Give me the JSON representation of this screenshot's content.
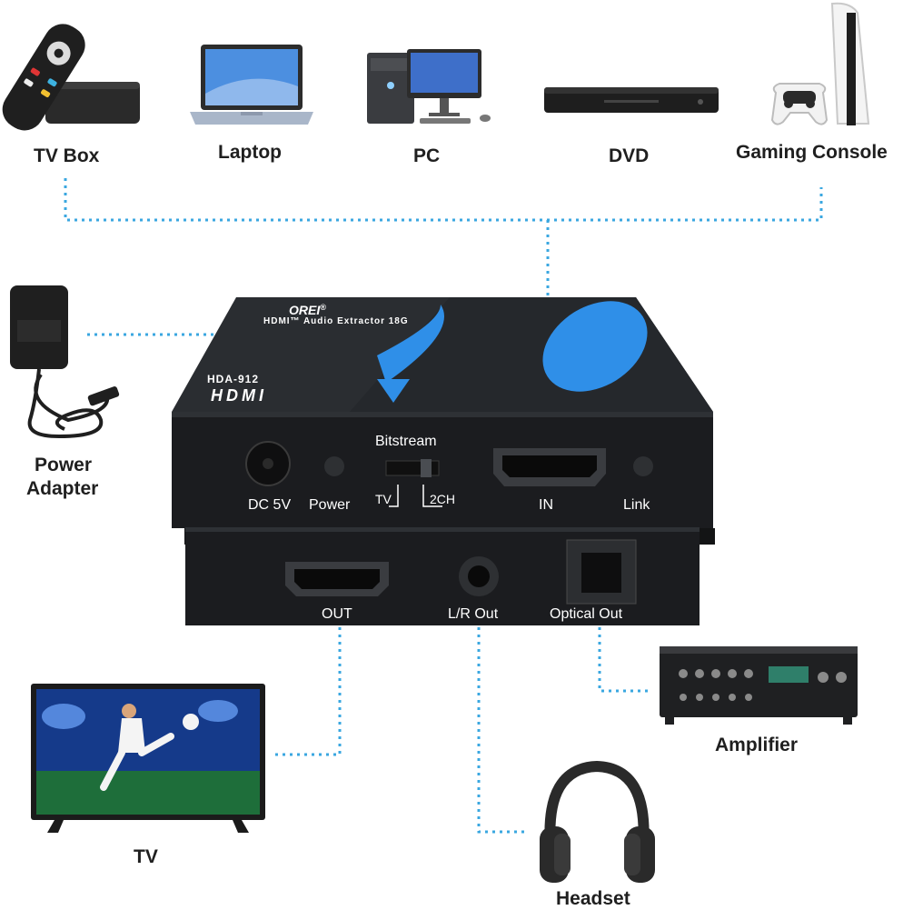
{
  "sources": {
    "tv_box": "TV Box",
    "laptop": "Laptop",
    "pc": "PC",
    "dvd": "DVD",
    "gaming_console": "Gaming Console"
  },
  "power": {
    "line1": "Power",
    "line2": "Adapter"
  },
  "device": {
    "brand": "OREI",
    "brand_reg": "®",
    "product_line": "HDMI™ Audio Extractor 18G",
    "model": "HDA-912",
    "hdmi_logo": "HDMI",
    "switch_title": "Bitstream",
    "ports_top": {
      "dc": "DC 5V",
      "power": "Power",
      "tv": "TV",
      "ch": "2CH",
      "in": "IN",
      "link": "Link"
    },
    "ports_bottom": {
      "out": "OUT",
      "lr": "L/R Out",
      "optical": "Optical Out"
    }
  },
  "outputs": {
    "tv": "TV",
    "headset": "Headset",
    "amplifier": "Amplifier"
  },
  "colors": {
    "connector_line": "#3aa7e0",
    "device_body": "#222427",
    "accent_blue": "#2f8fe8"
  }
}
